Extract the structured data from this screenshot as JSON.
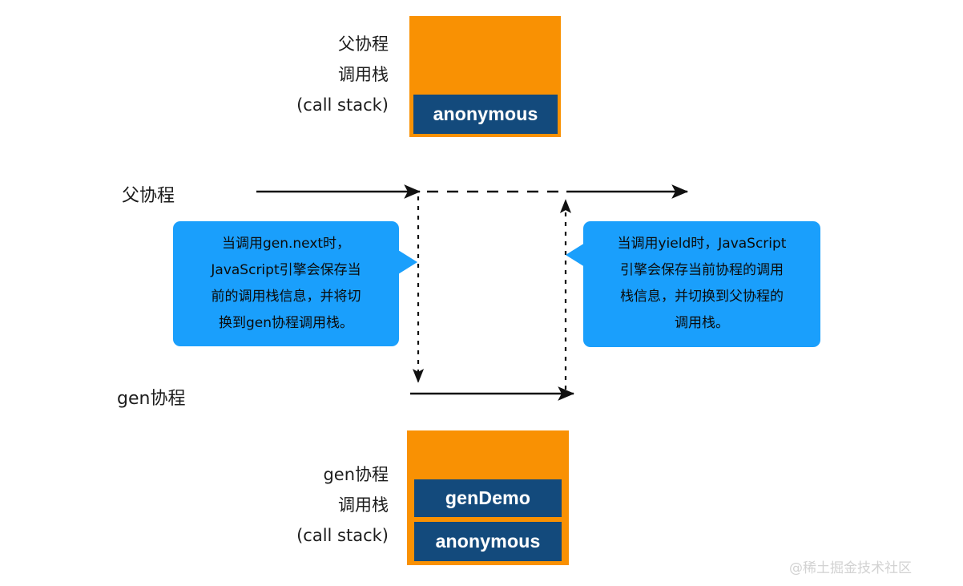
{
  "diagram": {
    "title": "JavaScript generator coroutine call stack switching",
    "colors": {
      "orange": "#f99103",
      "navy": "#134a7c",
      "callout_blue": "#1a9ffc",
      "line": "#111111",
      "watermark": "#d2d2d2"
    }
  },
  "parent_stack": {
    "caption_line1": "父协程",
    "caption_line2": "调用栈",
    "caption_line3": "(call stack)",
    "frames": [
      {
        "label": "anonymous"
      }
    ]
  },
  "gen_stack": {
    "caption_line1": "gen协程",
    "caption_line2": "调用栈",
    "caption_line3": "(call stack)",
    "frames": [
      {
        "label": "genDemo"
      },
      {
        "label": "anonymous"
      }
    ]
  },
  "timelines": [
    {
      "name": "parent",
      "label": "父协程"
    },
    {
      "name": "gen",
      "label": "gen协程"
    }
  ],
  "callouts": [
    {
      "name": "gen-next-callout",
      "text": "当调用gen.next时，JavaScript引擎会保存当前的调用栈信息，并将切换到gen协程调用栈。",
      "lines": [
        "当调用gen.next时，",
        "JavaScript引擎会保存当",
        "前的调用栈信息，并将切",
        "换到gen协程调用栈。"
      ]
    },
    {
      "name": "yield-callout",
      "text": "当调用yield时，JavaScript引擎会保存当前协程的调用栈信息，并切换到父协程的调用栈。",
      "lines": [
        "当调用yield时，JavaScript",
        "引擎会保存当前协程的调用",
        "栈信息，并切换到父协程的",
        "调用栈。"
      ]
    }
  ],
  "watermark": {
    "text": "@稀土掘金技术社区"
  }
}
